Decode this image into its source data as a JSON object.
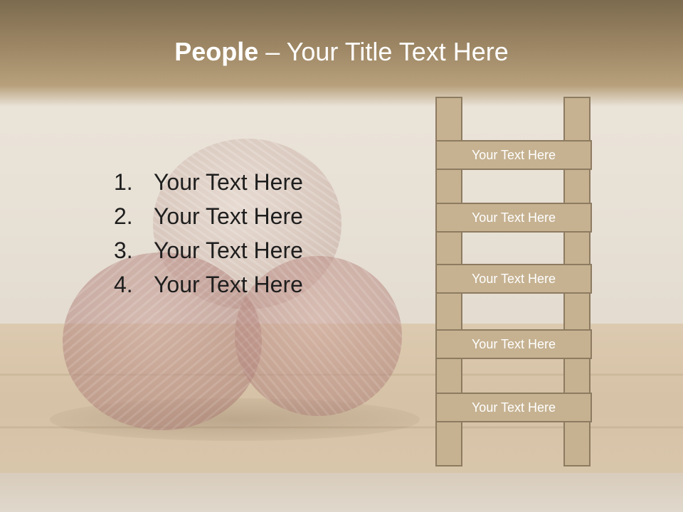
{
  "title": {
    "bold": "People",
    "rest": " – Your Title Text Here"
  },
  "list": [
    {
      "number": "1.",
      "text": "Your Text Here"
    },
    {
      "number": "2.",
      "text": "Your Text Here"
    },
    {
      "number": "3.",
      "text": "Your Text Here"
    },
    {
      "number": "4.",
      "text": "Your Text Here"
    }
  ],
  "ladder": {
    "rungs": [
      "Your Text Here",
      "Your Text Here",
      "Your Text Here",
      "Your Text Here",
      "Your Text Here"
    ]
  },
  "colors": {
    "ladder_fill": "#c6b291",
    "ladder_border": "#8d7b61",
    "header_band": "#9e8765"
  }
}
